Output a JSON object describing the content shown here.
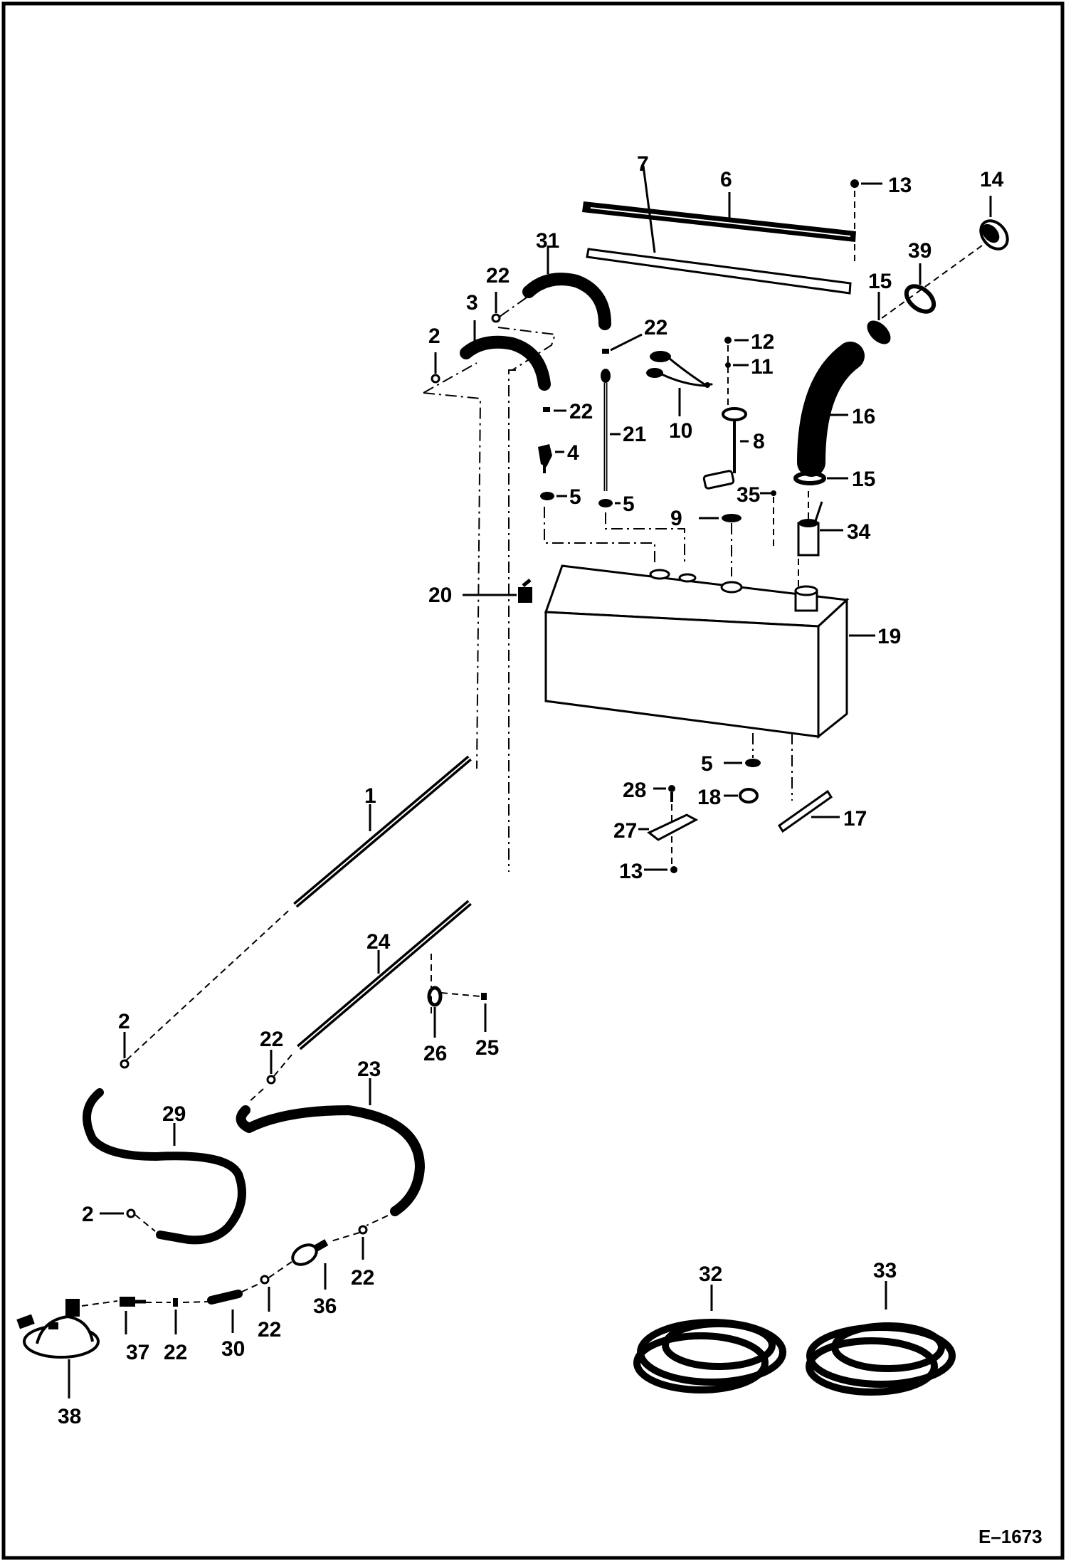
{
  "drawing": {
    "reference": "E–1673",
    "callouts": {
      "c1": "1",
      "c2a": "2",
      "c2b": "2",
      "c2c": "2",
      "c3": "3",
      "c4": "4",
      "c5a": "5",
      "c5b": "5",
      "c5c": "5",
      "c6": "6",
      "c7": "7",
      "c8": "8",
      "c9": "9",
      "c10": "10",
      "c11": "11",
      "c12": "12",
      "c13a": "13",
      "c13b": "13",
      "c14": "14",
      "c15a": "15",
      "c15b": "15",
      "c16": "16",
      "c17": "17",
      "c18": "18",
      "c19": "19",
      "c20": "20",
      "c21": "21",
      "c22a": "22",
      "c22b": "22",
      "c22c": "22",
      "c22d": "22",
      "c22e": "22",
      "c22f": "22",
      "c22g": "22",
      "c23": "23",
      "c24": "24",
      "c25": "25",
      "c26": "26",
      "c27": "27",
      "c28": "28",
      "c29": "29",
      "c30": "30",
      "c31": "31",
      "c32": "32",
      "c33": "33",
      "c34": "34",
      "c35": "35",
      "c36": "36",
      "c37": "37",
      "c38": "38",
      "c39": "39"
    }
  }
}
